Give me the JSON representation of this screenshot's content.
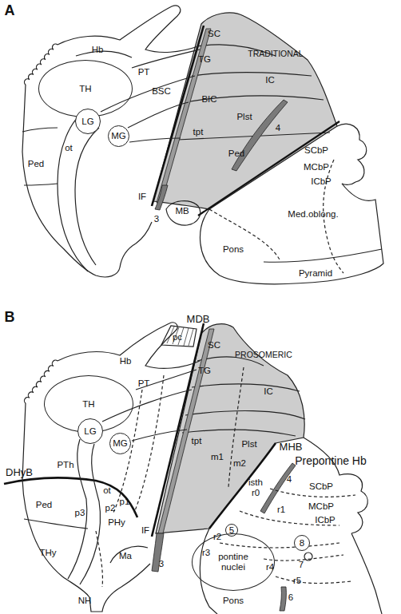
{
  "diagram": {
    "nodes": [
      {
        "text": [
          "TH"
        ]
      },
      {
        "text": [
          "LG"
        ]
      },
      {
        "text": [
          "MG"
        ]
      },
      {
        "text": [
          "TH"
        ]
      },
      {
        "text": [
          "LG"
        ]
      },
      {
        "text": [
          "MG"
        ]
      },
      {
        "text": [
          "5"
        ]
      },
      {
        "text": [
          "8"
        ]
      },
      {
        "text": [
          "pontine nuclei"
        ]
      }
    ],
    "labels": [
      "A",
      "TRADITIONAL",
      "Hb",
      "PT",
      "SC",
      "TG",
      "IC",
      "BSC",
      "BIC",
      "Plst",
      "tpt",
      "ot",
      "4",
      "Ped",
      "Ped",
      "SCbP",
      "MCbP",
      "ICbP",
      "IF",
      "MB",
      "3",
      "Med.oblong.",
      "Pons",
      "Pyramid",
      "B",
      "PROSOMERIC",
      "MDB",
      "pc",
      "SC",
      "Hb",
      "PT",
      "TG",
      "IC",
      "tpt",
      "m1",
      "Plst",
      "m2",
      "MHB",
      "4",
      "Prepontine Hb",
      "DHyB",
      "PTh",
      "isth",
      "r0",
      "SCbP",
      "r1",
      "MCbP",
      "ICbP",
      "Ped",
      "ot",
      "p3",
      "p2",
      "p1",
      "PHy",
      "IF",
      "r2",
      "r3",
      "7",
      "r4",
      "r5",
      "THy",
      "Ma",
      "3",
      "Pons",
      "6",
      "NH"
    ]
  }
}
